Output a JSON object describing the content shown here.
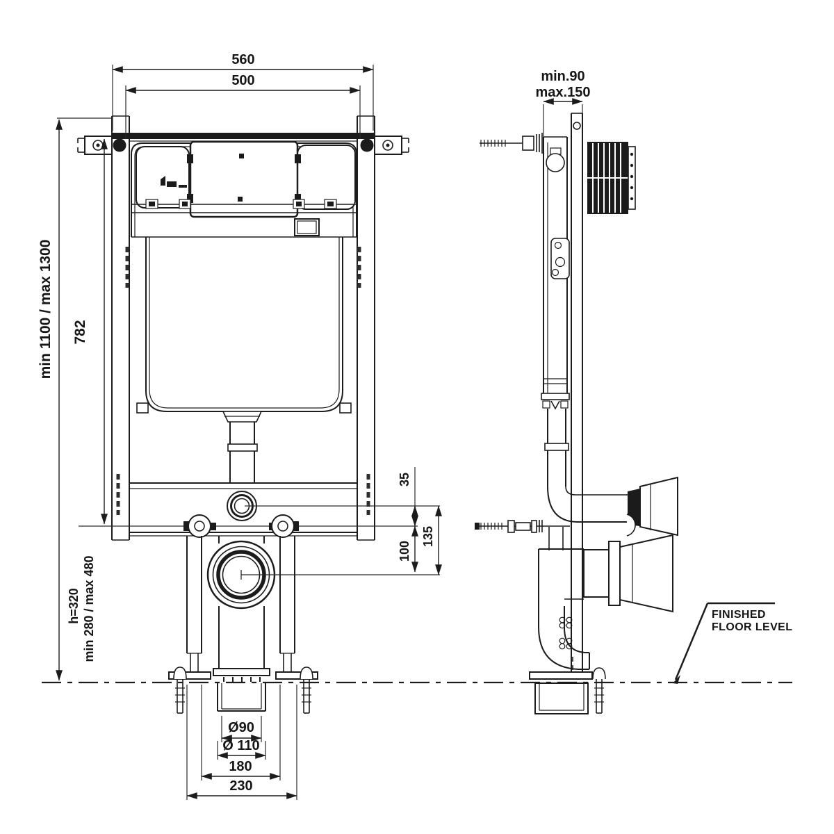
{
  "front_view": {
    "width_overall": "560",
    "width_inner": "500",
    "height_range": "min 1100 / max 1300",
    "cistern_height": "782",
    "outlet_height": "h=320",
    "outlet_height_range": "min 280 / max 480",
    "dim_flush_offset": "35",
    "dim_rod_to_outlet": "100",
    "dim_flush_to_outlet": "135",
    "outlet_diameter_inner": "Ø90",
    "outlet_diameter_outer": "Ø 110",
    "dim_leg_inner": "180",
    "dim_leg_outer": "230"
  },
  "side_view": {
    "depth_min": "min.90",
    "depth_max": "max.150",
    "floor_label_line1": "FINISHED",
    "floor_label_line2": "FLOOR LEVEL"
  }
}
